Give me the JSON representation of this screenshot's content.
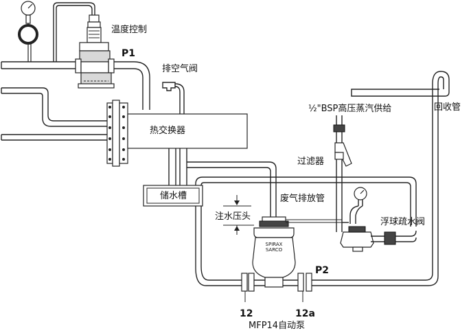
{
  "labels": {
    "temp_control": "温度控制",
    "p1": "P1",
    "air_vent": "排空气阀",
    "heat_exchanger": "热交换器",
    "bsp_supply": "½\"BSP高压蒸汽供给",
    "return_pipe": "回收管",
    "strainer": "过滤器",
    "receiver": "储水槽",
    "exhaust_pipe": "废气排放管",
    "fill_head": "注水压头",
    "float_trap": "浮球疏水阀",
    "p2": "P2",
    "num_12": "12",
    "num_12a": "12a",
    "pump_name": "MFP14自动泵",
    "pump_brand": "SPIRAX SARCO"
  },
  "colors": {
    "pipe": "#222222",
    "fill": "#ffffff",
    "metal": "#d8d8d8"
  }
}
